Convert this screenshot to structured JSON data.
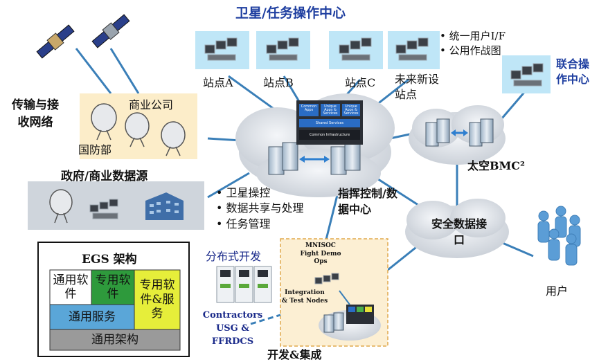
{
  "title": "卫星/任务操作中心",
  "ui_bullets": [
    "• 统一用户I/F",
    "• 公用作战图"
  ],
  "stations": [
    "站点A",
    "站点B",
    "站点C",
    "未来新设站点"
  ],
  "joint_ops_center": "联合操作中心",
  "transmission_network": "传输与接收网络",
  "commercial_company": "商业公司",
  "defense_dept": "国防部",
  "gov_data_sources": "政府/商业数据源",
  "center_panel": {
    "top_left": "Common Apps",
    "top_mid": "Unique Apps & Services",
    "top_right": "Unique Apps & Services",
    "shared": "Shared Services",
    "infra": "Common Infrastructure"
  },
  "space_bmc": "太空BMC²",
  "command_center": "指挥控制/数据中心",
  "functions": [
    "• 卫星操控",
    "• 数据共享与处理",
    "• 任务管理"
  ],
  "secure_interface": "安全数据接口",
  "users": "用户",
  "egs": {
    "title": "EGS 架构",
    "common_sw": "通用软件",
    "special_sw": "专用软件",
    "special_sw_svc": "专用软件&服务",
    "common_svc": "通用服务",
    "common_arch": "通用架构"
  },
  "distributed_dev": "分布式开发",
  "contractors": "Contractors USG & FFRDCS",
  "mnisoc": "MNISOC Fight Demo Ops",
  "integration": "Integration & Test Nodes",
  "dev_integration": "开发&集成",
  "colors": {
    "title_blue": "#1f3fa0",
    "cloud": "#d6dbe2",
    "link_blue": "#3a7fb8",
    "egs_green": "#2e9a3c",
    "egs_yellow": "#e6ee3a",
    "egs_blue": "#5aa6d8",
    "egs_gray": "#9a9a9a"
  }
}
